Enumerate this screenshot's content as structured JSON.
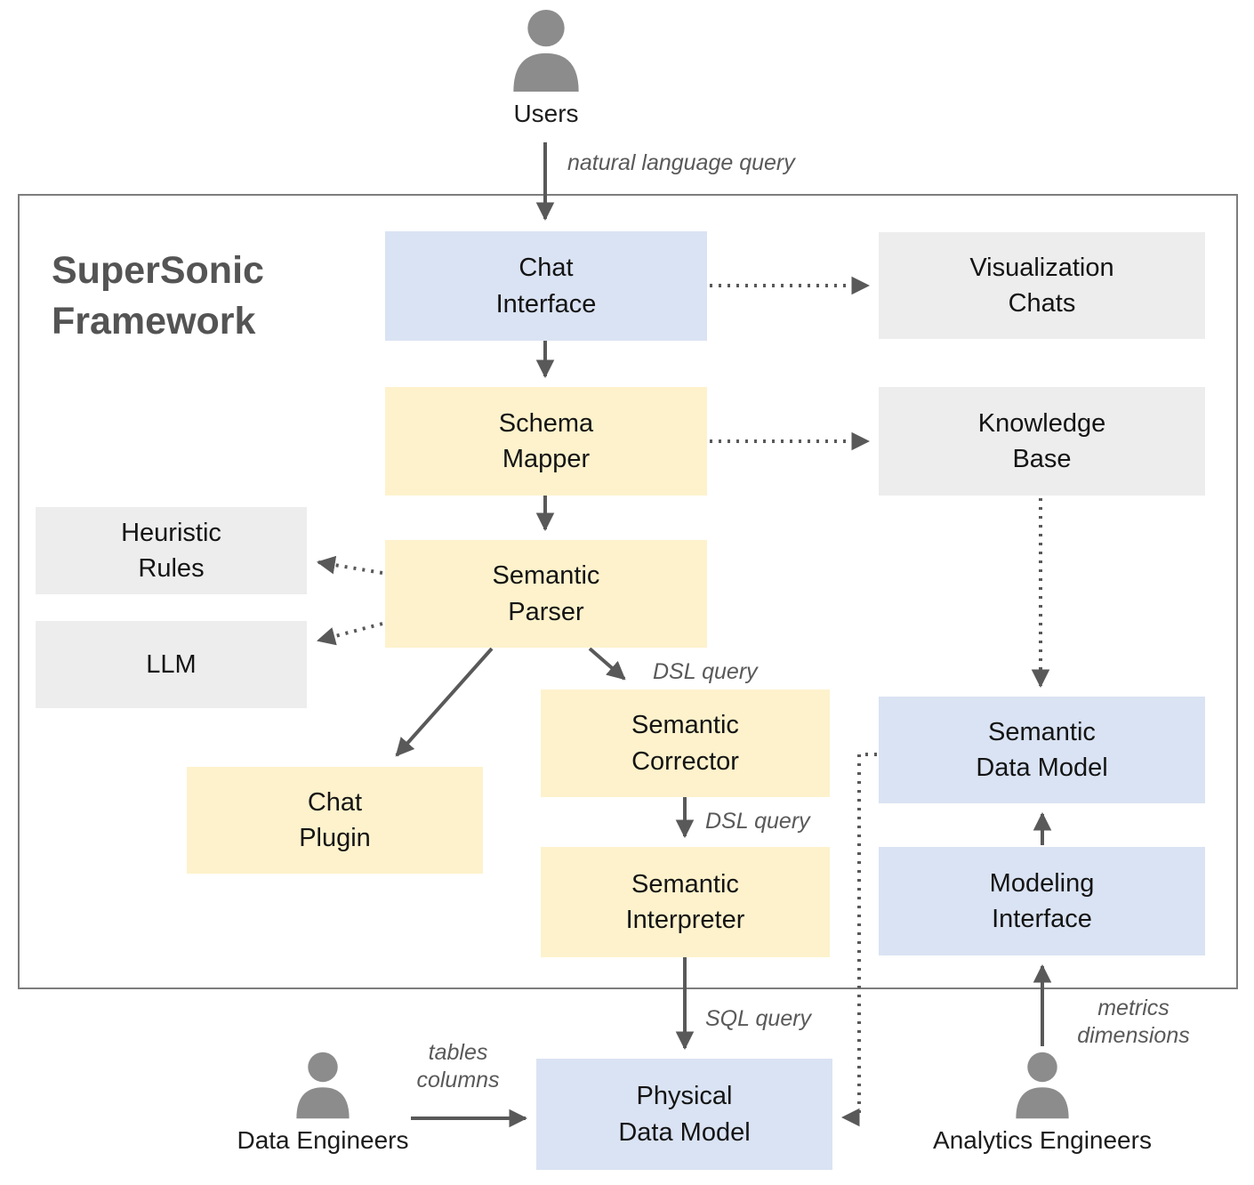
{
  "diagram_title": "SuperSonic\nFramework",
  "actors": {
    "users": "Users",
    "data_engineers": "Data Engineers",
    "analytics_engineers": "Analytics Engineers"
  },
  "nodes": {
    "chat_interface": "Chat\nInterface",
    "visualization_chats": "Visualization\nChats",
    "schema_mapper": "Schema\nMapper",
    "knowledge_base": "Knowledge\nBase",
    "heuristic_rules": "Heuristic\nRules",
    "llm": "LLM",
    "semantic_parser": "Semantic\nParser",
    "chat_plugin": "Chat\nPlugin",
    "semantic_corrector": "Semantic\nCorrector",
    "semantic_interpreter": "Semantic\nInterpreter",
    "semantic_data_model": "Semantic\nData Model",
    "modeling_interface": "Modeling\nInterface",
    "physical_data_model": "Physical\nData Model"
  },
  "edge_labels": {
    "natural_language_query": "natural language query",
    "dsl_query_parser_to_corrector": "DSL query",
    "dsl_query_corrector_to_interpreter": "DSL query",
    "sql_query": "SQL query",
    "tables_columns": "tables\ncolumns",
    "metrics_dimensions": "metrics\ndimensions"
  },
  "colors": {
    "interface_node_fill": "#dae3f3",
    "process_node_fill": "#fdf2cc",
    "external_node_fill": "#ededed",
    "arrow": "#595959",
    "frame_border": "#7d7d7d",
    "person_icon": "#8c8c8c"
  }
}
